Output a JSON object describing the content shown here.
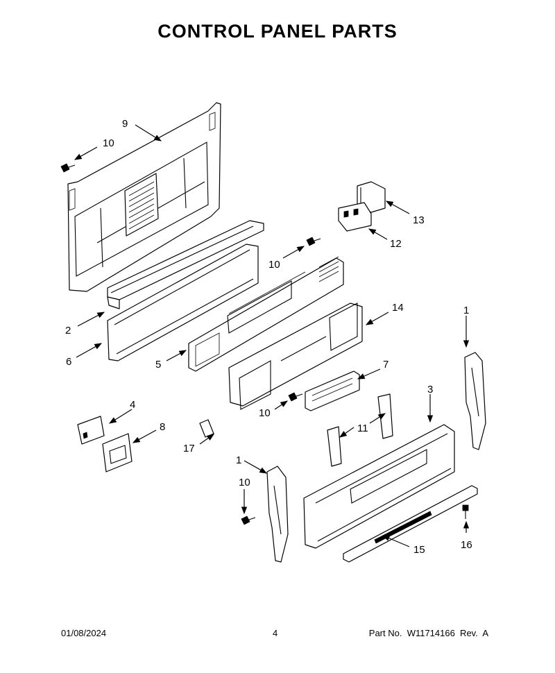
{
  "page": {
    "title": "CONTROL PANEL PARTS",
    "footer": {
      "date": "01/08/2024",
      "page_number": "4",
      "part_number": "Part No.  W11714166  Rev.  A"
    }
  },
  "callouts": [
    {
      "id": "c9",
      "label": "9"
    },
    {
      "id": "c10a",
      "label": "10"
    },
    {
      "id": "c13",
      "label": "13"
    },
    {
      "id": "c12",
      "label": "12"
    },
    {
      "id": "c10b",
      "label": "10"
    },
    {
      "id": "c2",
      "label": "2"
    },
    {
      "id": "c14",
      "label": "14"
    },
    {
      "id": "c1a",
      "label": "1"
    },
    {
      "id": "c6",
      "label": "6"
    },
    {
      "id": "c5",
      "label": "5"
    },
    {
      "id": "c7",
      "label": "7"
    },
    {
      "id": "c4",
      "label": "4"
    },
    {
      "id": "c3",
      "label": "3"
    },
    {
      "id": "c8",
      "label": "8"
    },
    {
      "id": "c10c",
      "label": "10"
    },
    {
      "id": "c11",
      "label": "11"
    },
    {
      "id": "c17",
      "label": "17"
    },
    {
      "id": "c1b",
      "label": "1"
    },
    {
      "id": "c10d",
      "label": "10"
    },
    {
      "id": "c16",
      "label": "16"
    },
    {
      "id": "c15",
      "label": "15"
    }
  ]
}
